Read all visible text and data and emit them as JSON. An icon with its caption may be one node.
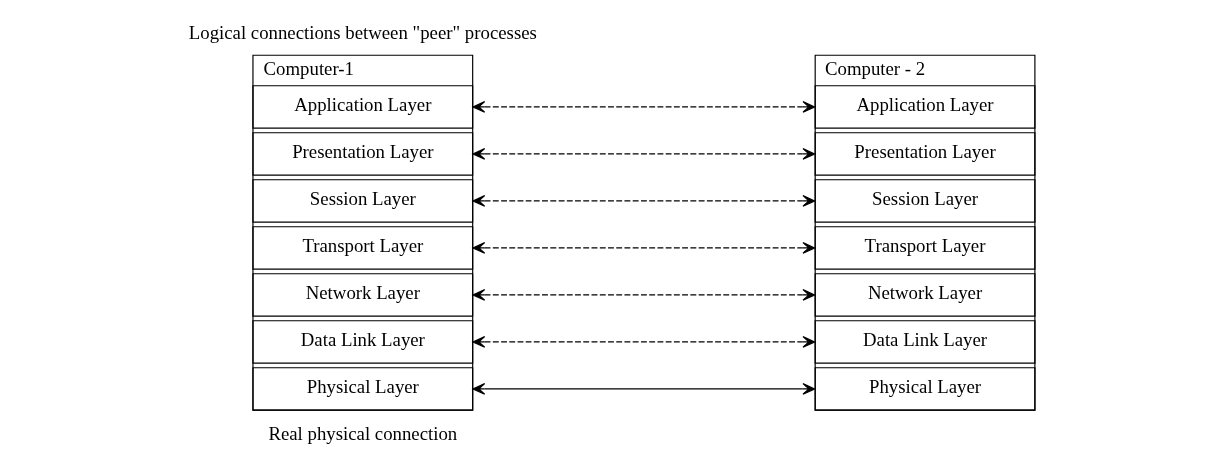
{
  "diagram": {
    "nodes": [
      {
        "text": [
          "Computer-1"
        ]
      },
      {
        "text": [
          "Application Layer"
        ],
        "in": 0
      },
      {
        "text": [
          "Presentation Layer"
        ],
        "in": 0
      },
      {
        "text": [
          "Session Layer"
        ],
        "in": 0
      },
      {
        "text": [
          "Transport Layer"
        ],
        "in": 0
      },
      {
        "text": [
          "Network Layer"
        ],
        "in": 0
      },
      {
        "text": [
          "Data Link Layer"
        ],
        "in": 0
      },
      {
        "text": [
          "Physical Layer"
        ],
        "in": 0
      },
      {
        "text": [
          "Computer - 2"
        ]
      },
      {
        "text": [
          "Application Layer"
        ],
        "in": 8
      },
      {
        "text": [
          "Presentation Layer"
        ],
        "in": 8
      },
      {
        "text": [
          "Session Layer"
        ],
        "in": 8
      },
      {
        "text": [
          "Transport Layer"
        ],
        "in": 8
      },
      {
        "text": [
          "Network Layer"
        ],
        "in": 8
      },
      {
        "text": [
          "Data Link Layer"
        ],
        "in": 8
      },
      {
        "text": [
          "Physical Layer"
        ],
        "in": 8
      }
    ],
    "edges": [
      {
        "from": 1,
        "to": 9,
        "arrow": "both",
        "style": "dashed"
      },
      {
        "from": 2,
        "to": 10,
        "arrow": "both",
        "style": "dashed"
      },
      {
        "from": 3,
        "to": 11,
        "arrow": "both",
        "style": "dashed"
      },
      {
        "from": 4,
        "to": 12,
        "arrow": "both",
        "style": "dashed"
      },
      {
        "from": 5,
        "to": 13,
        "arrow": "both",
        "style": "dashed"
      },
      {
        "from": 6,
        "to": 14,
        "arrow": "both",
        "style": "dashed"
      },
      {
        "from": 7,
        "to": 15,
        "arrow": "both"
      }
    ],
    "labels": [
      "Logical connections between \"peer\" processes",
      "Real physical connection"
    ]
  }
}
